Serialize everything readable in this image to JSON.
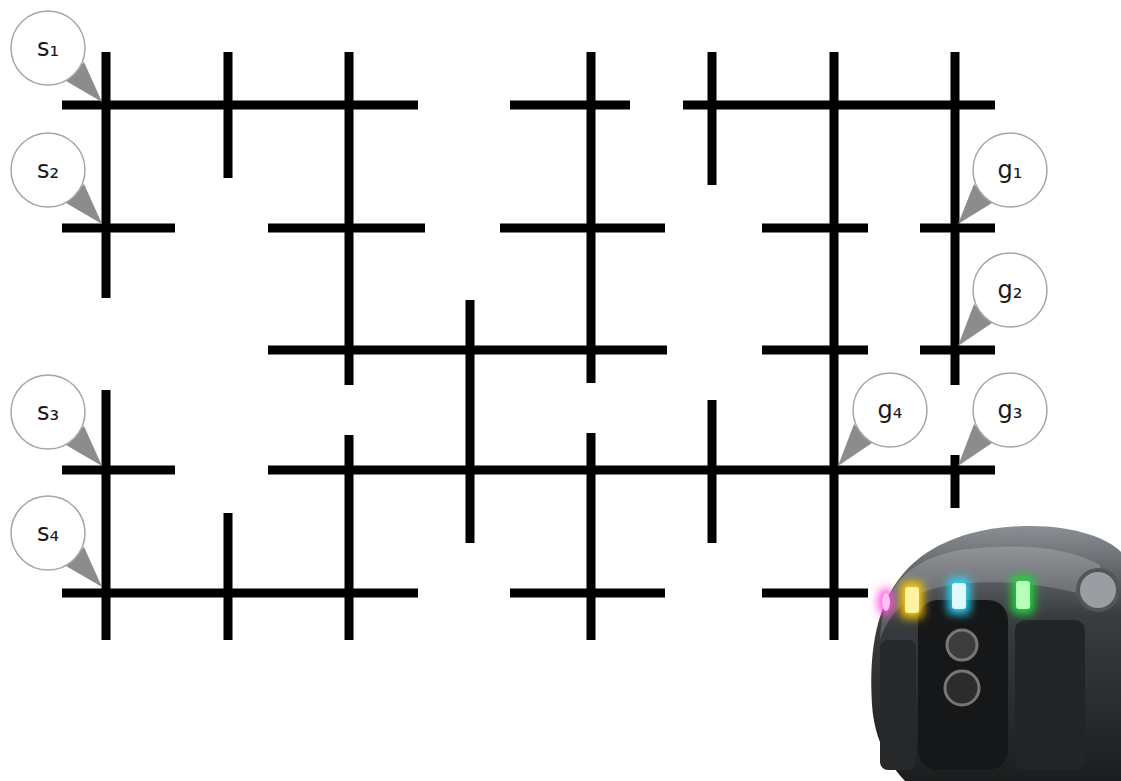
{
  "diagram": {
    "nodes": [
      {
        "text": [
          "s₁"
        ]
      },
      {
        "text": [
          "s₂"
        ]
      },
      {
        "text": [
          "g₁"
        ]
      },
      {
        "text": [
          "g₂"
        ]
      },
      {
        "text": [
          "s₃"
        ]
      },
      {
        "text": [
          "g₄"
        ]
      },
      {
        "text": [
          "g₃"
        ]
      },
      {
        "text": [
          "s₄"
        ]
      }
    ]
  }
}
